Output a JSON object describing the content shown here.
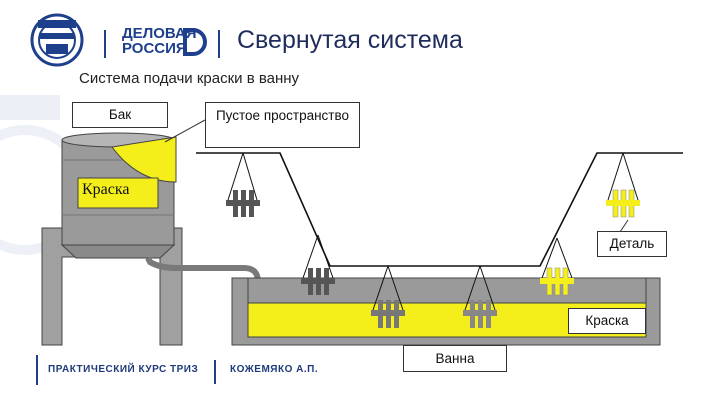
{
  "header": {
    "logo_name": "ДЕЛОВАЯ РОССИЯ",
    "slide_title": "Свернутая система"
  },
  "diagram": {
    "subtitle": "Система подачи краски в ванну",
    "labels": {
      "tank": "Бак",
      "empty_space": "Пустое пространство",
      "paint_in_tank": "Краска",
      "part": "Деталь",
      "paint_in_bath": "Краска",
      "bath": "Ванна"
    },
    "colors": {
      "paint": "#f4ee1a",
      "part_dark": "#555555",
      "part_gray": "#888888",
      "metal": "#9a9a9a"
    }
  },
  "footer": {
    "course": "ПРАКТИЧЕСКИЙ КУРС ТРИЗ",
    "author": "КОЖЕМЯКО А.П."
  }
}
